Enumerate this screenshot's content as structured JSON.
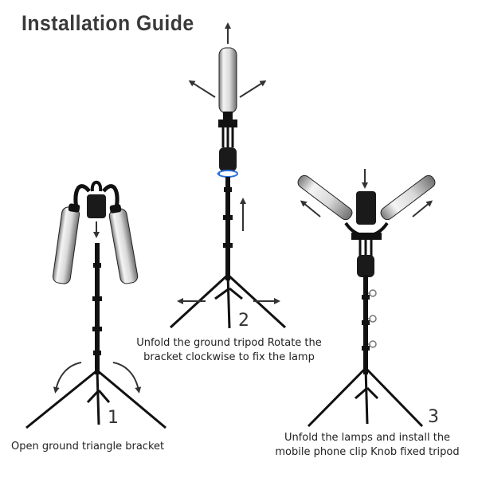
{
  "title": "Installation Guide",
  "steps": [
    {
      "number": "1",
      "caption_lines": [
        "Open ground triangle bracket"
      ]
    },
    {
      "number": "2",
      "caption_lines": [
        "Unfold the ground tripod Rotate the",
        "bracket clockwise to fix the lamp"
      ]
    },
    {
      "number": "3",
      "caption_lines": [
        "Unfold the lamps and install the",
        "mobile phone clip  Knob fixed tripod"
      ]
    }
  ]
}
